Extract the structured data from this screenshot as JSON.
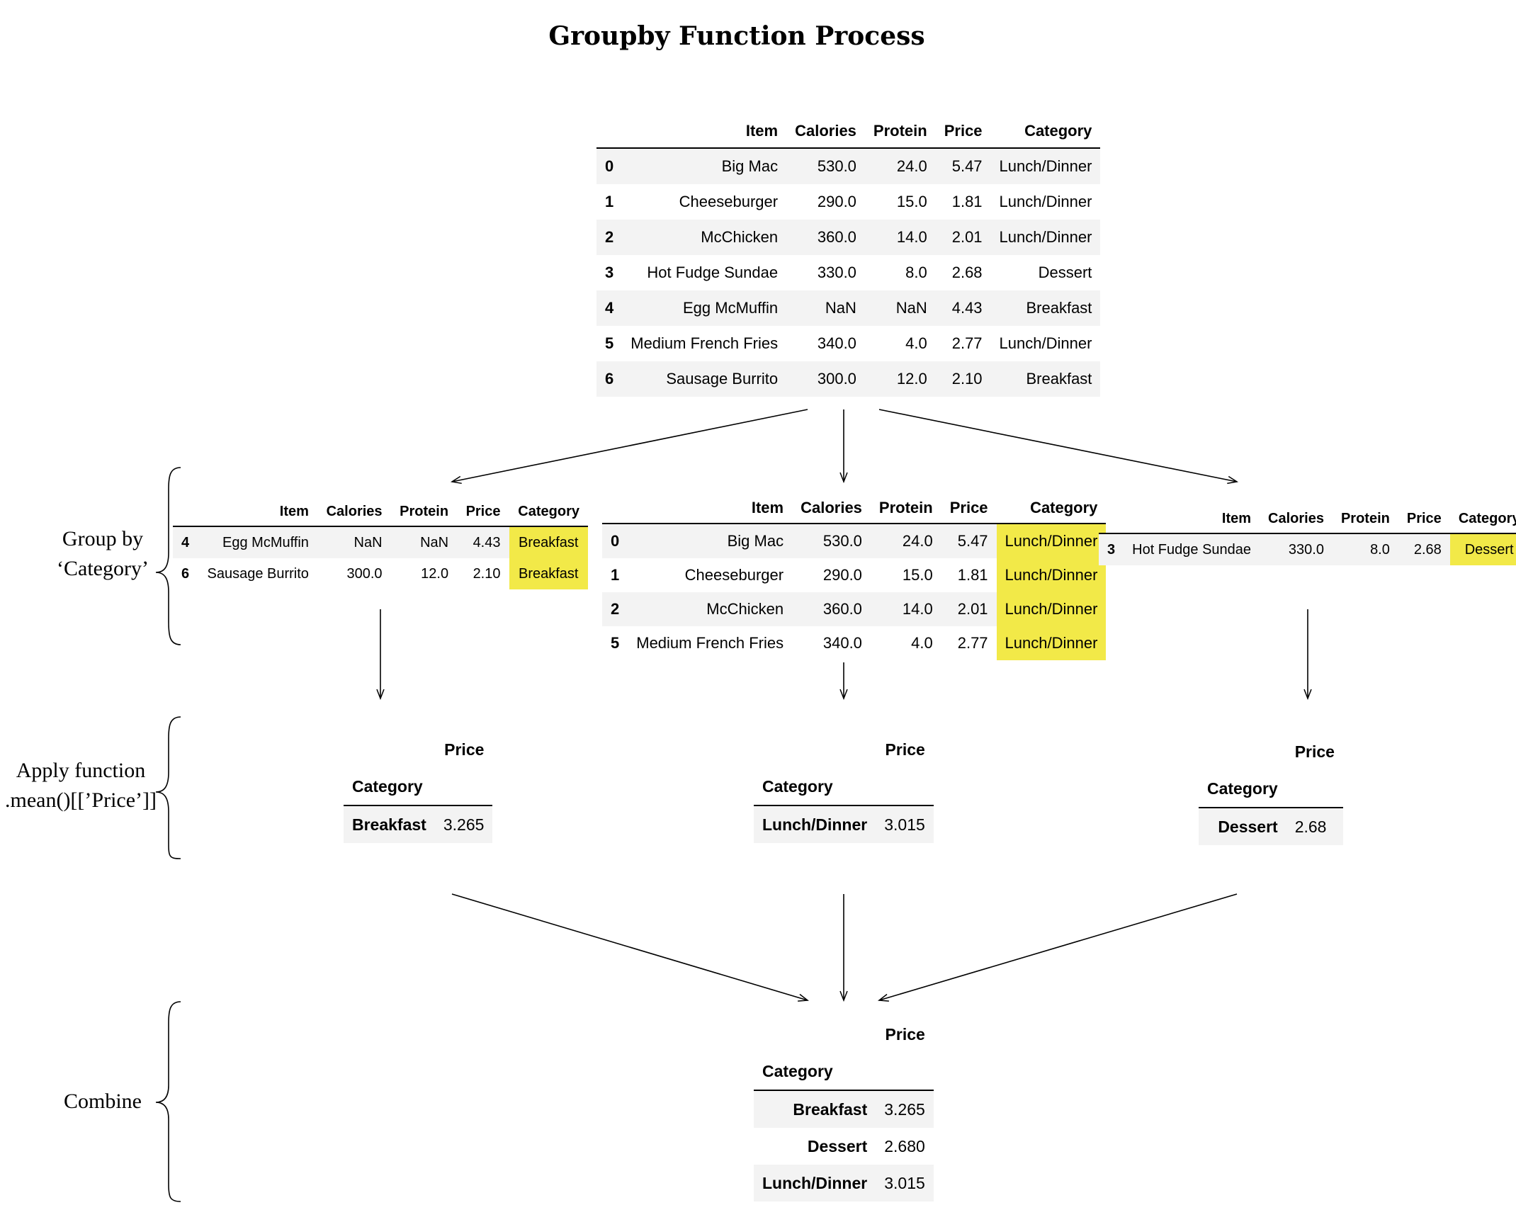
{
  "title": "Groupby Function Process",
  "stages": {
    "group": [
      "Group by",
      "‘Category’"
    ],
    "apply": [
      "Apply function",
      ".mean()[[’Price’]]"
    ],
    "combine": [
      "Combine"
    ]
  },
  "columns": [
    "Item",
    "Calories",
    "Protein",
    "Price",
    "Category"
  ],
  "source_rows": [
    [
      "0",
      "Big Mac",
      "530.0",
      "24.0",
      "5.47",
      "Lunch/Dinner"
    ],
    [
      "1",
      "Cheeseburger",
      "290.0",
      "15.0",
      "1.81",
      "Lunch/Dinner"
    ],
    [
      "2",
      "McChicken",
      "360.0",
      "14.0",
      "2.01",
      "Lunch/Dinner"
    ],
    [
      "3",
      "Hot Fudge Sundae",
      "330.0",
      "8.0",
      "2.68",
      "Dessert"
    ],
    [
      "4",
      "Egg McMuffin",
      "NaN",
      "NaN",
      "4.43",
      "Breakfast"
    ],
    [
      "5",
      "Medium French Fries",
      "340.0",
      "4.0",
      "2.77",
      "Lunch/Dinner"
    ],
    [
      "6",
      "Sausage Burrito",
      "300.0",
      "12.0",
      "2.10",
      "Breakfast"
    ]
  ],
  "groups": {
    "breakfast": [
      [
        "4",
        "Egg McMuffin",
        "NaN",
        "NaN",
        "4.43",
        "Breakfast"
      ],
      [
        "6",
        "Sausage Burrito",
        "300.0",
        "12.0",
        "2.10",
        "Breakfast"
      ]
    ],
    "lunch": [
      [
        "0",
        "Big Mac",
        "530.0",
        "24.0",
        "5.47",
        "Lunch/Dinner"
      ],
      [
        "1",
        "Cheeseburger",
        "290.0",
        "15.0",
        "1.81",
        "Lunch/Dinner"
      ],
      [
        "2",
        "McChicken",
        "360.0",
        "14.0",
        "2.01",
        "Lunch/Dinner"
      ],
      [
        "5",
        "Medium French Fries",
        "340.0",
        "4.0",
        "2.77",
        "Lunch/Dinner"
      ]
    ],
    "dessert": [
      [
        "3",
        "Hot Fudge Sundae",
        "330.0",
        "8.0",
        "2.68",
        "Dessert"
      ]
    ]
  },
  "agg_header": {
    "value": "Price",
    "index": "Category"
  },
  "applied": {
    "breakfast": [
      "Breakfast",
      "3.265"
    ],
    "lunch": [
      "Lunch/Dinner",
      "3.015"
    ],
    "dessert": [
      "Dessert",
      "2.68"
    ]
  },
  "combined": [
    [
      "Breakfast",
      "3.265"
    ],
    [
      "Dessert",
      "2.680"
    ],
    [
      "Lunch/Dinner",
      "3.015"
    ]
  ],
  "highlight_color": "#f2e948",
  "stripe_color": "#f3f3f3"
}
